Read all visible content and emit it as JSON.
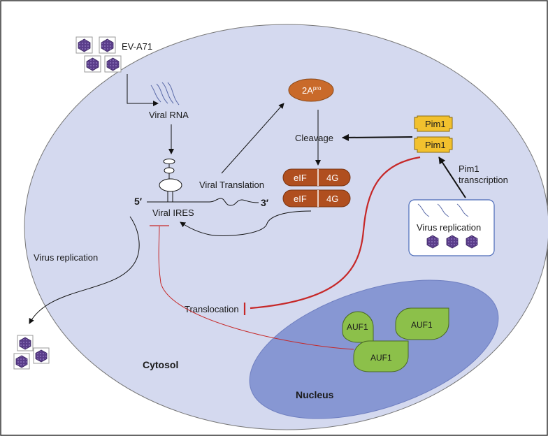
{
  "labels": {
    "ev_a71": "EV-A71",
    "viral_rna": "Viral RNA",
    "viral_translation": "Viral Translation",
    "five_prime": "5′",
    "three_prime": "3′",
    "viral_ires": "Viral IRES",
    "two_a_base": "2A",
    "two_a_sup": "pro",
    "cleavage": "Cleavage",
    "eif": "eIF",
    "g4": "4G",
    "pim1": "Pim1",
    "pim1_transcription_line1": "Pim1",
    "pim1_transcription_line2": "transcription",
    "virus_replication_box": "Virus replication",
    "virus_replication_left": "Virus replication",
    "translocation": "Translocation",
    "auf1": "AUF1",
    "cytosol": "Cytosol",
    "nucleus": "Nucleus"
  },
  "colors": {
    "cell": "#d4d9ef",
    "nucleus": "#8797d3",
    "auf1": "#8cc04a",
    "eif": "#b04f1f",
    "pim1": "#f2c12e",
    "two_a": "#c96a2a",
    "inhibit": "#c62828",
    "virion": "#5a3d8a"
  }
}
